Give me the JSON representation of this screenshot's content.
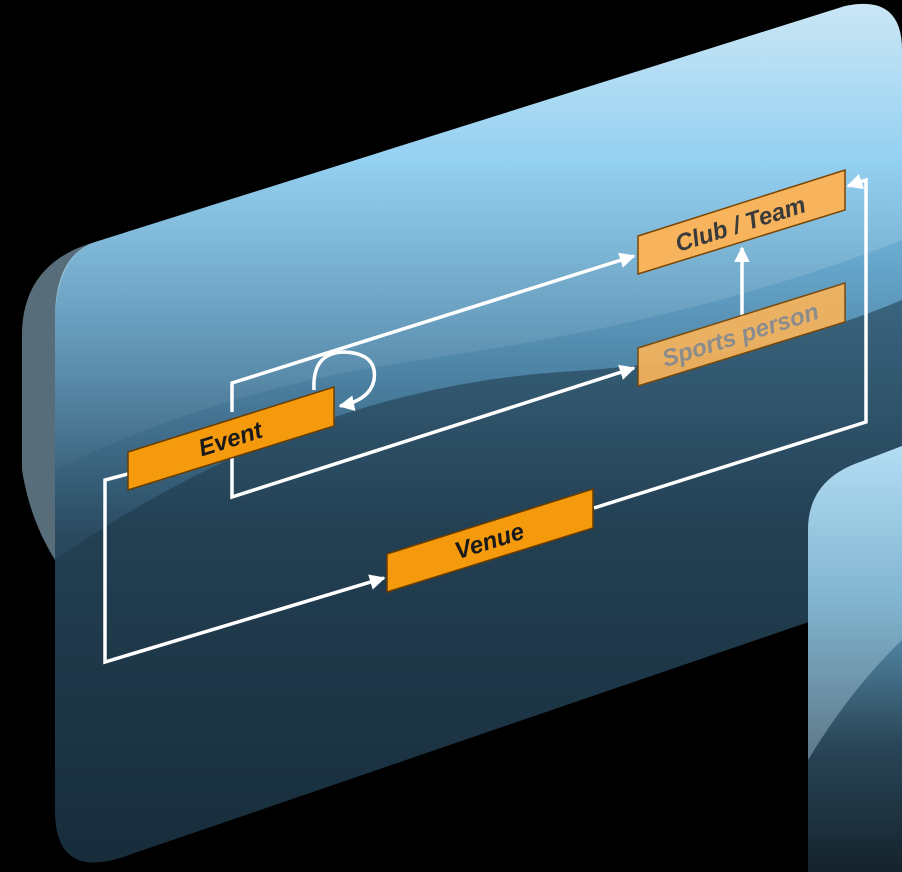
{
  "diagram": {
    "nodes": {
      "club_team": "Club / Team",
      "sports_person": "Sports person",
      "event": "Event",
      "venue": "Venue"
    },
    "edges": [
      {
        "from": "event",
        "to": "club_team"
      },
      {
        "from": "event",
        "to": "sports_person"
      },
      {
        "from": "sports_person",
        "to": "club_team"
      },
      {
        "from": "event",
        "to": "event"
      },
      {
        "from": "event",
        "to": "venue"
      },
      {
        "from": "venue",
        "to": "club_team"
      }
    ]
  },
  "colors": {
    "background": "#000000",
    "panel_light": "#86ccf0",
    "panel_dark": "#14242f",
    "node_fill": "#f59a0c",
    "node_fill_faded": "#f6b55a",
    "node_border": "#6a3d00",
    "node_text": "#1a1a1a",
    "node_text_faded": "#8a8a8a",
    "connector": "#ffffff"
  }
}
